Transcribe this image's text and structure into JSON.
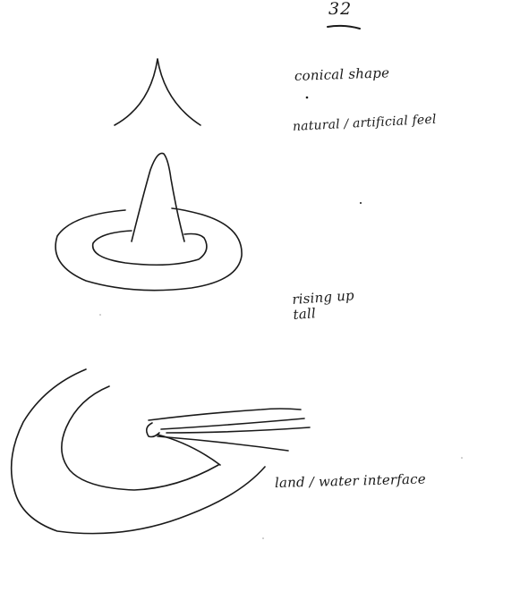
{
  "page": {
    "number": "32"
  },
  "notes": {
    "conical": "conical shape",
    "natural": "natural / artificial feel",
    "rising_line1": "rising up",
    "rising_line2": "tall",
    "land": "land / water interface"
  },
  "sketches": [
    "conical peak outline",
    "cone rising from concentric rings",
    "curved shoreline arcs with radiating lines"
  ],
  "colors": {
    "ink": "#1a1a1a",
    "paper": "#ffffff"
  }
}
